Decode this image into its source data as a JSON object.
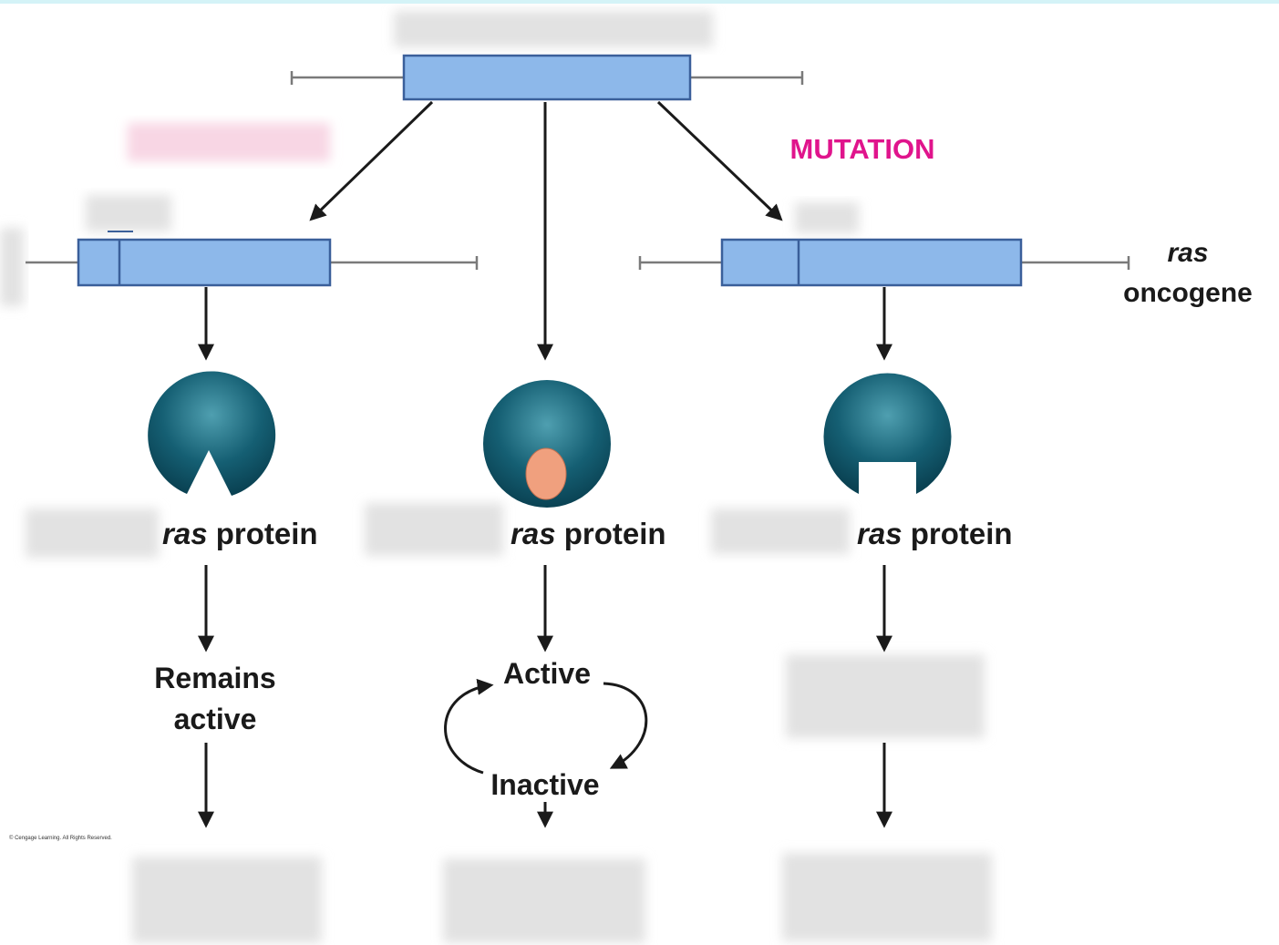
{
  "labels": {
    "mutation": "MUTATION",
    "oncogene_ras": "ras",
    "oncogene_word": "oncogene",
    "protein_ras": "ras",
    "protein_word": "protein",
    "remains_1": "Remains",
    "remains_2": "active",
    "active": "Active",
    "inactive": "Inactive",
    "copyright": "© Cengage Learning. All Rights Reserved."
  },
  "colors": {
    "gene": "#8db8ea",
    "gene_border": "#3a5f9a",
    "protein": "#0f5a6e",
    "protein_highlight": "#3b8fa1",
    "bound_molecule": "#f0a07e",
    "mutation_text": "#e0148c"
  }
}
